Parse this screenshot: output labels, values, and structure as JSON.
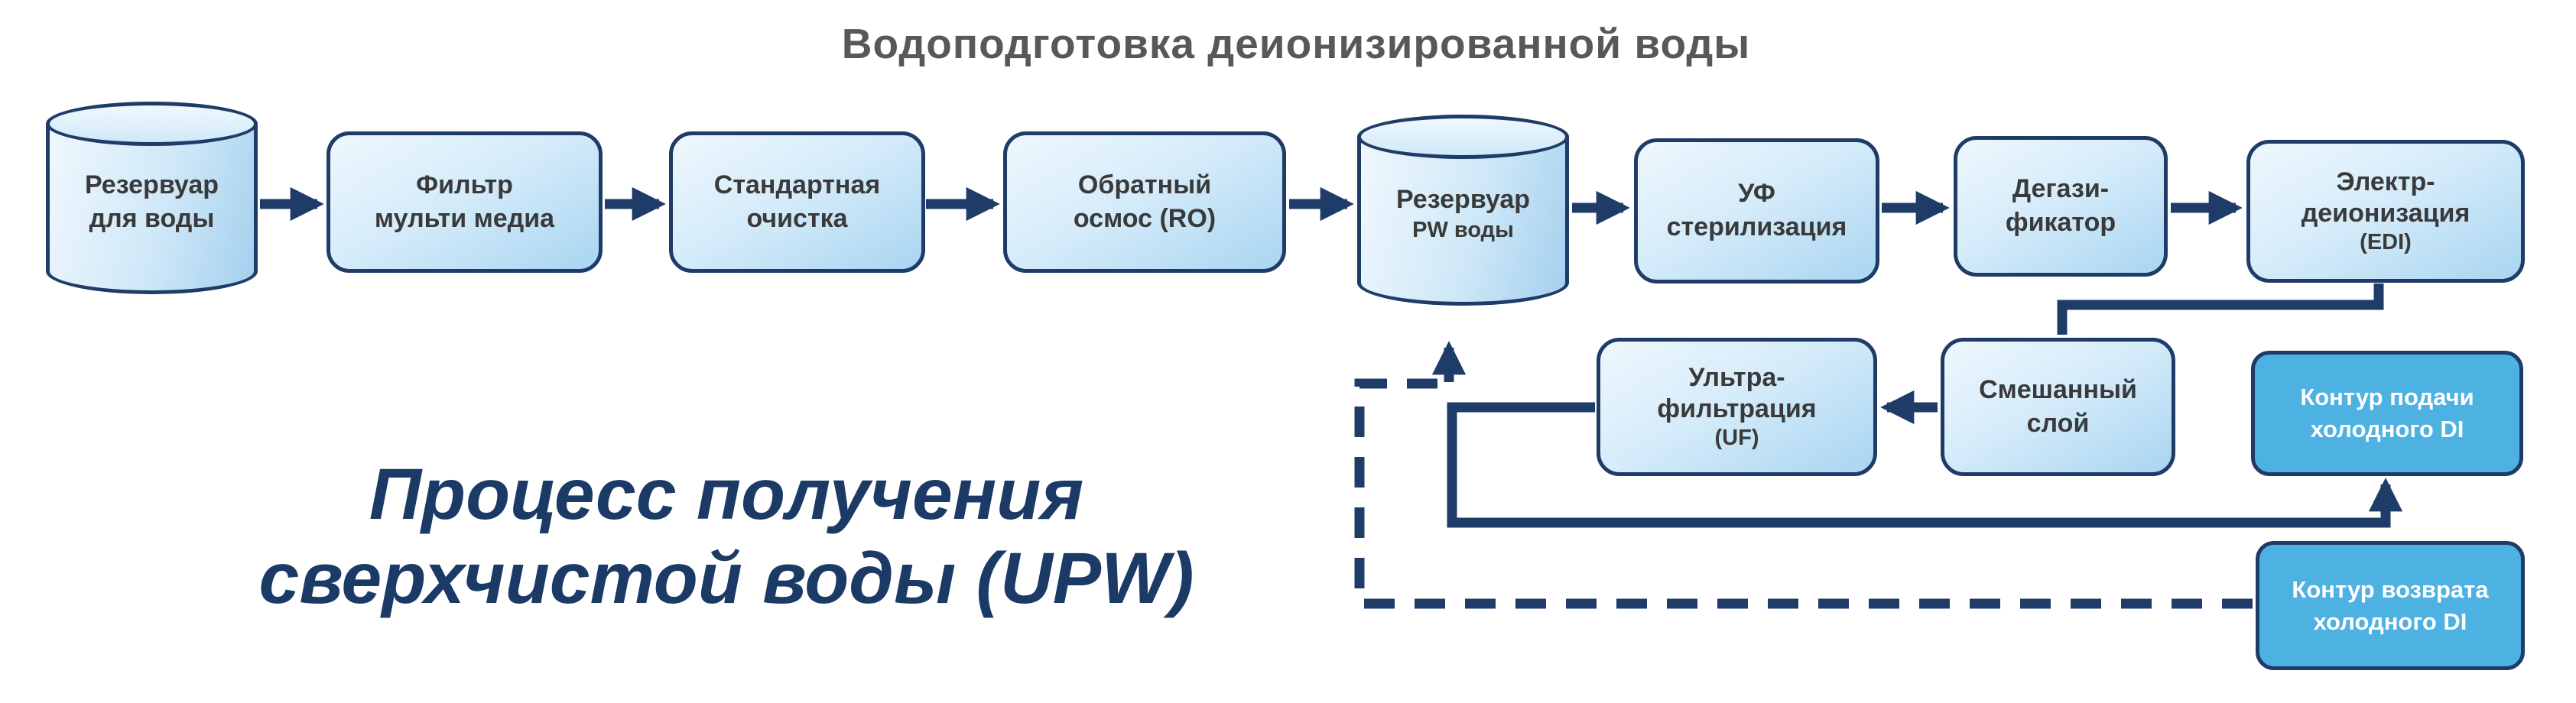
{
  "header": {
    "title": "Водоподготовка деионизированной воды"
  },
  "caption": {
    "line1": "Процесс получения",
    "line2": "сверхчистой воды (UPW)"
  },
  "nodes": {
    "tank_raw": {
      "line1": "Резервуар",
      "line2": "для воды"
    },
    "multimedia_filter": {
      "line1": "Фильтр",
      "line2": "мульти медиа"
    },
    "standard_treatment": {
      "line1": "Стандартная",
      "line2": "очистка"
    },
    "reverse_osmosis": {
      "line1": "Обратный",
      "line2": "осмос (RO)"
    },
    "tank_pw": {
      "line1": "Резервуар",
      "line2": "PW воды"
    },
    "uv_sterilization": {
      "line1": "УФ",
      "line2": "стерилизация"
    },
    "degasifier": {
      "line1": "Дегази-",
      "line2": "фикатор"
    },
    "edi": {
      "line1": "Электр-",
      "line2": "деионизация",
      "line3": "(EDI)"
    },
    "ultrafiltration": {
      "line1": "Ультра-",
      "line2": "фильтрация",
      "line3": "(UF)"
    },
    "mixed_bed": {
      "line1": "Смешанный",
      "line2": "слой"
    },
    "cold_di_supply": {
      "line1": "Контур подачи",
      "line2": "холодного DI"
    },
    "cold_di_return": {
      "line1": "Контур возврата",
      "line2": "холодного DI"
    }
  },
  "colors": {
    "connector_navy": "#1f3c68",
    "node_border": "#1f3c68",
    "node_fill_light_top": "#eef7fd",
    "node_fill_light_bottom": "#a9d5f1",
    "accent_fill": "#4db1e2",
    "title_gray": "#585858",
    "caption_navy": "#1b3a66",
    "label_ink": "#3a3a3a"
  }
}
